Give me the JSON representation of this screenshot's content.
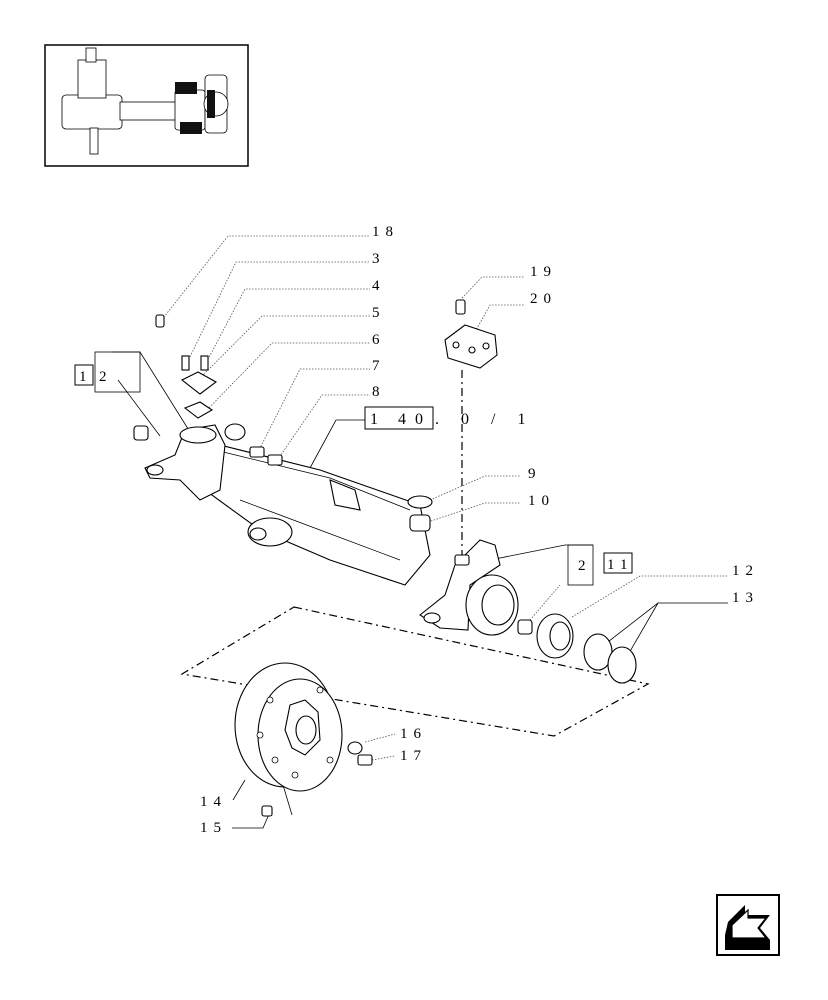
{
  "labels": {
    "l18": "18",
    "l3": "3",
    "l4": "4",
    "l5": "5",
    "l6": "6",
    "l7": "7",
    "l8": "8",
    "l1": "1",
    "l2": "2",
    "l19": "19",
    "l20": "20",
    "l9": "9",
    "l10": "10",
    "l12": "12",
    "l13": "13",
    "l14": "14",
    "l15": "15",
    "l16": "16",
    "l17": "17",
    "l2b": "2",
    "l11": "11",
    "ref_box_1": "1",
    "ref_box_40": "40",
    "ref_tail": ". 0 / 1"
  },
  "icons": {
    "thumbnail": "axle-overview-thumbnail",
    "nav": "previous-page-arrow-icon"
  }
}
